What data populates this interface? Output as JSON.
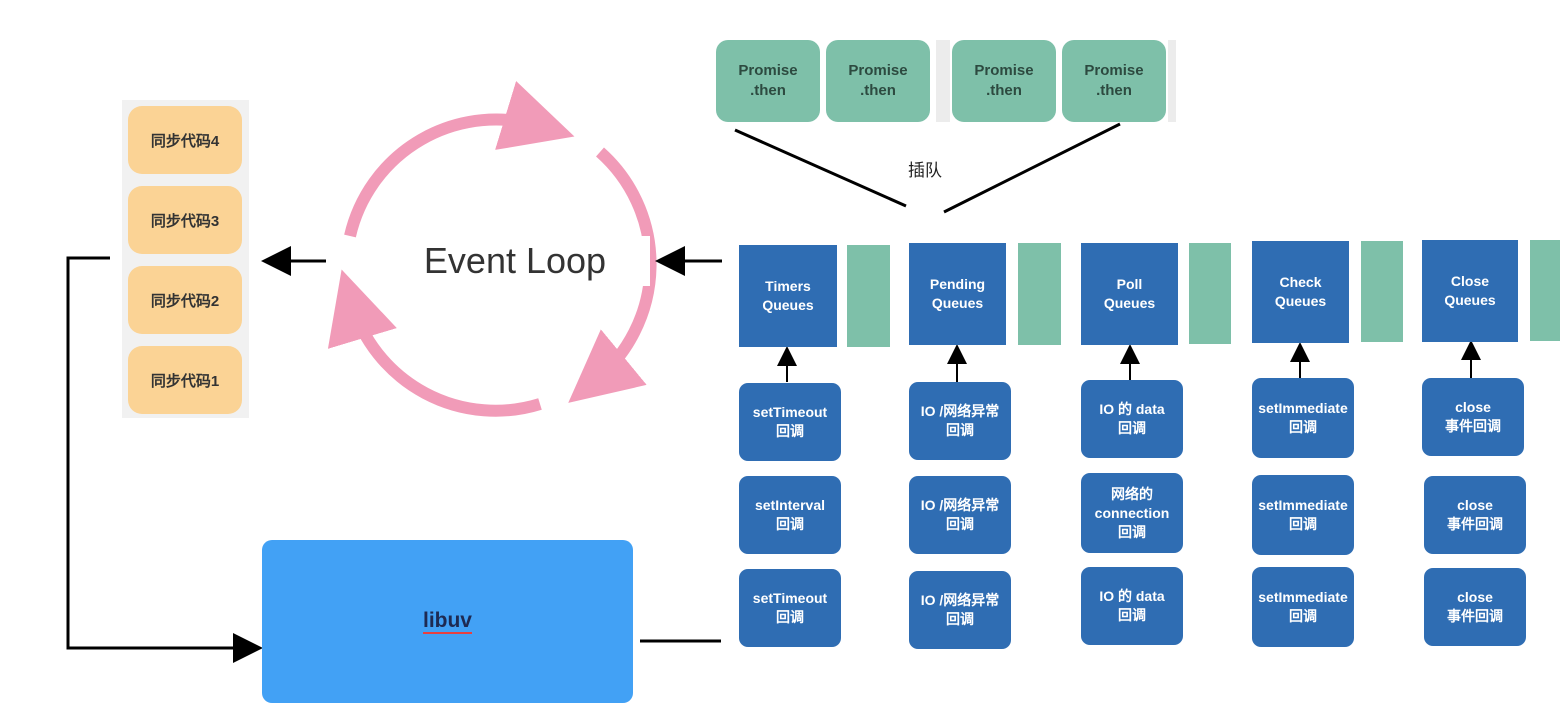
{
  "sync_code": {
    "items": [
      "同步代码4",
      "同步代码3",
      "同步代码2",
      "同步代码1"
    ]
  },
  "event_loop": {
    "label": "Event Loop"
  },
  "microtasks": {
    "items": [
      "Promise\n.then",
      "Promise\n.then",
      "Promise\n.then",
      "Promise\n.then"
    ],
    "cut_in_label": "插队"
  },
  "queues": [
    {
      "name": "Timers\nQueues",
      "callbacks": [
        "setTimeout\n回调",
        "setInterval\n回调",
        "setTimeout\n回调"
      ]
    },
    {
      "name": "Pending\nQueues",
      "callbacks": [
        "IO /网络异常\n回调",
        "IO /网络异常\n回调",
        "IO /网络异常\n回调"
      ]
    },
    {
      "name": "Poll\nQueues",
      "callbacks": [
        "IO 的 data\n回调",
        "网络的\nconnection\n回调",
        "IO 的 data\n回调"
      ]
    },
    {
      "name": "Check\nQueues",
      "callbacks": [
        "setImmediate\n回调",
        "setImmediate\n回调",
        "setImmediate\n回调"
      ]
    },
    {
      "name": "Close\nQueues",
      "callbacks": [
        "close\n事件回调",
        "close\n事件回调",
        "close\n事件回调"
      ]
    }
  ],
  "libuv": {
    "label": "libuv"
  },
  "colors": {
    "sync_fill": "#fbd395",
    "loop_arrow": "#f19bb8",
    "queue_fill": "#2f6db3",
    "microtask_fill": "#7ec0a9",
    "libuv_fill": "#42a1f5"
  }
}
